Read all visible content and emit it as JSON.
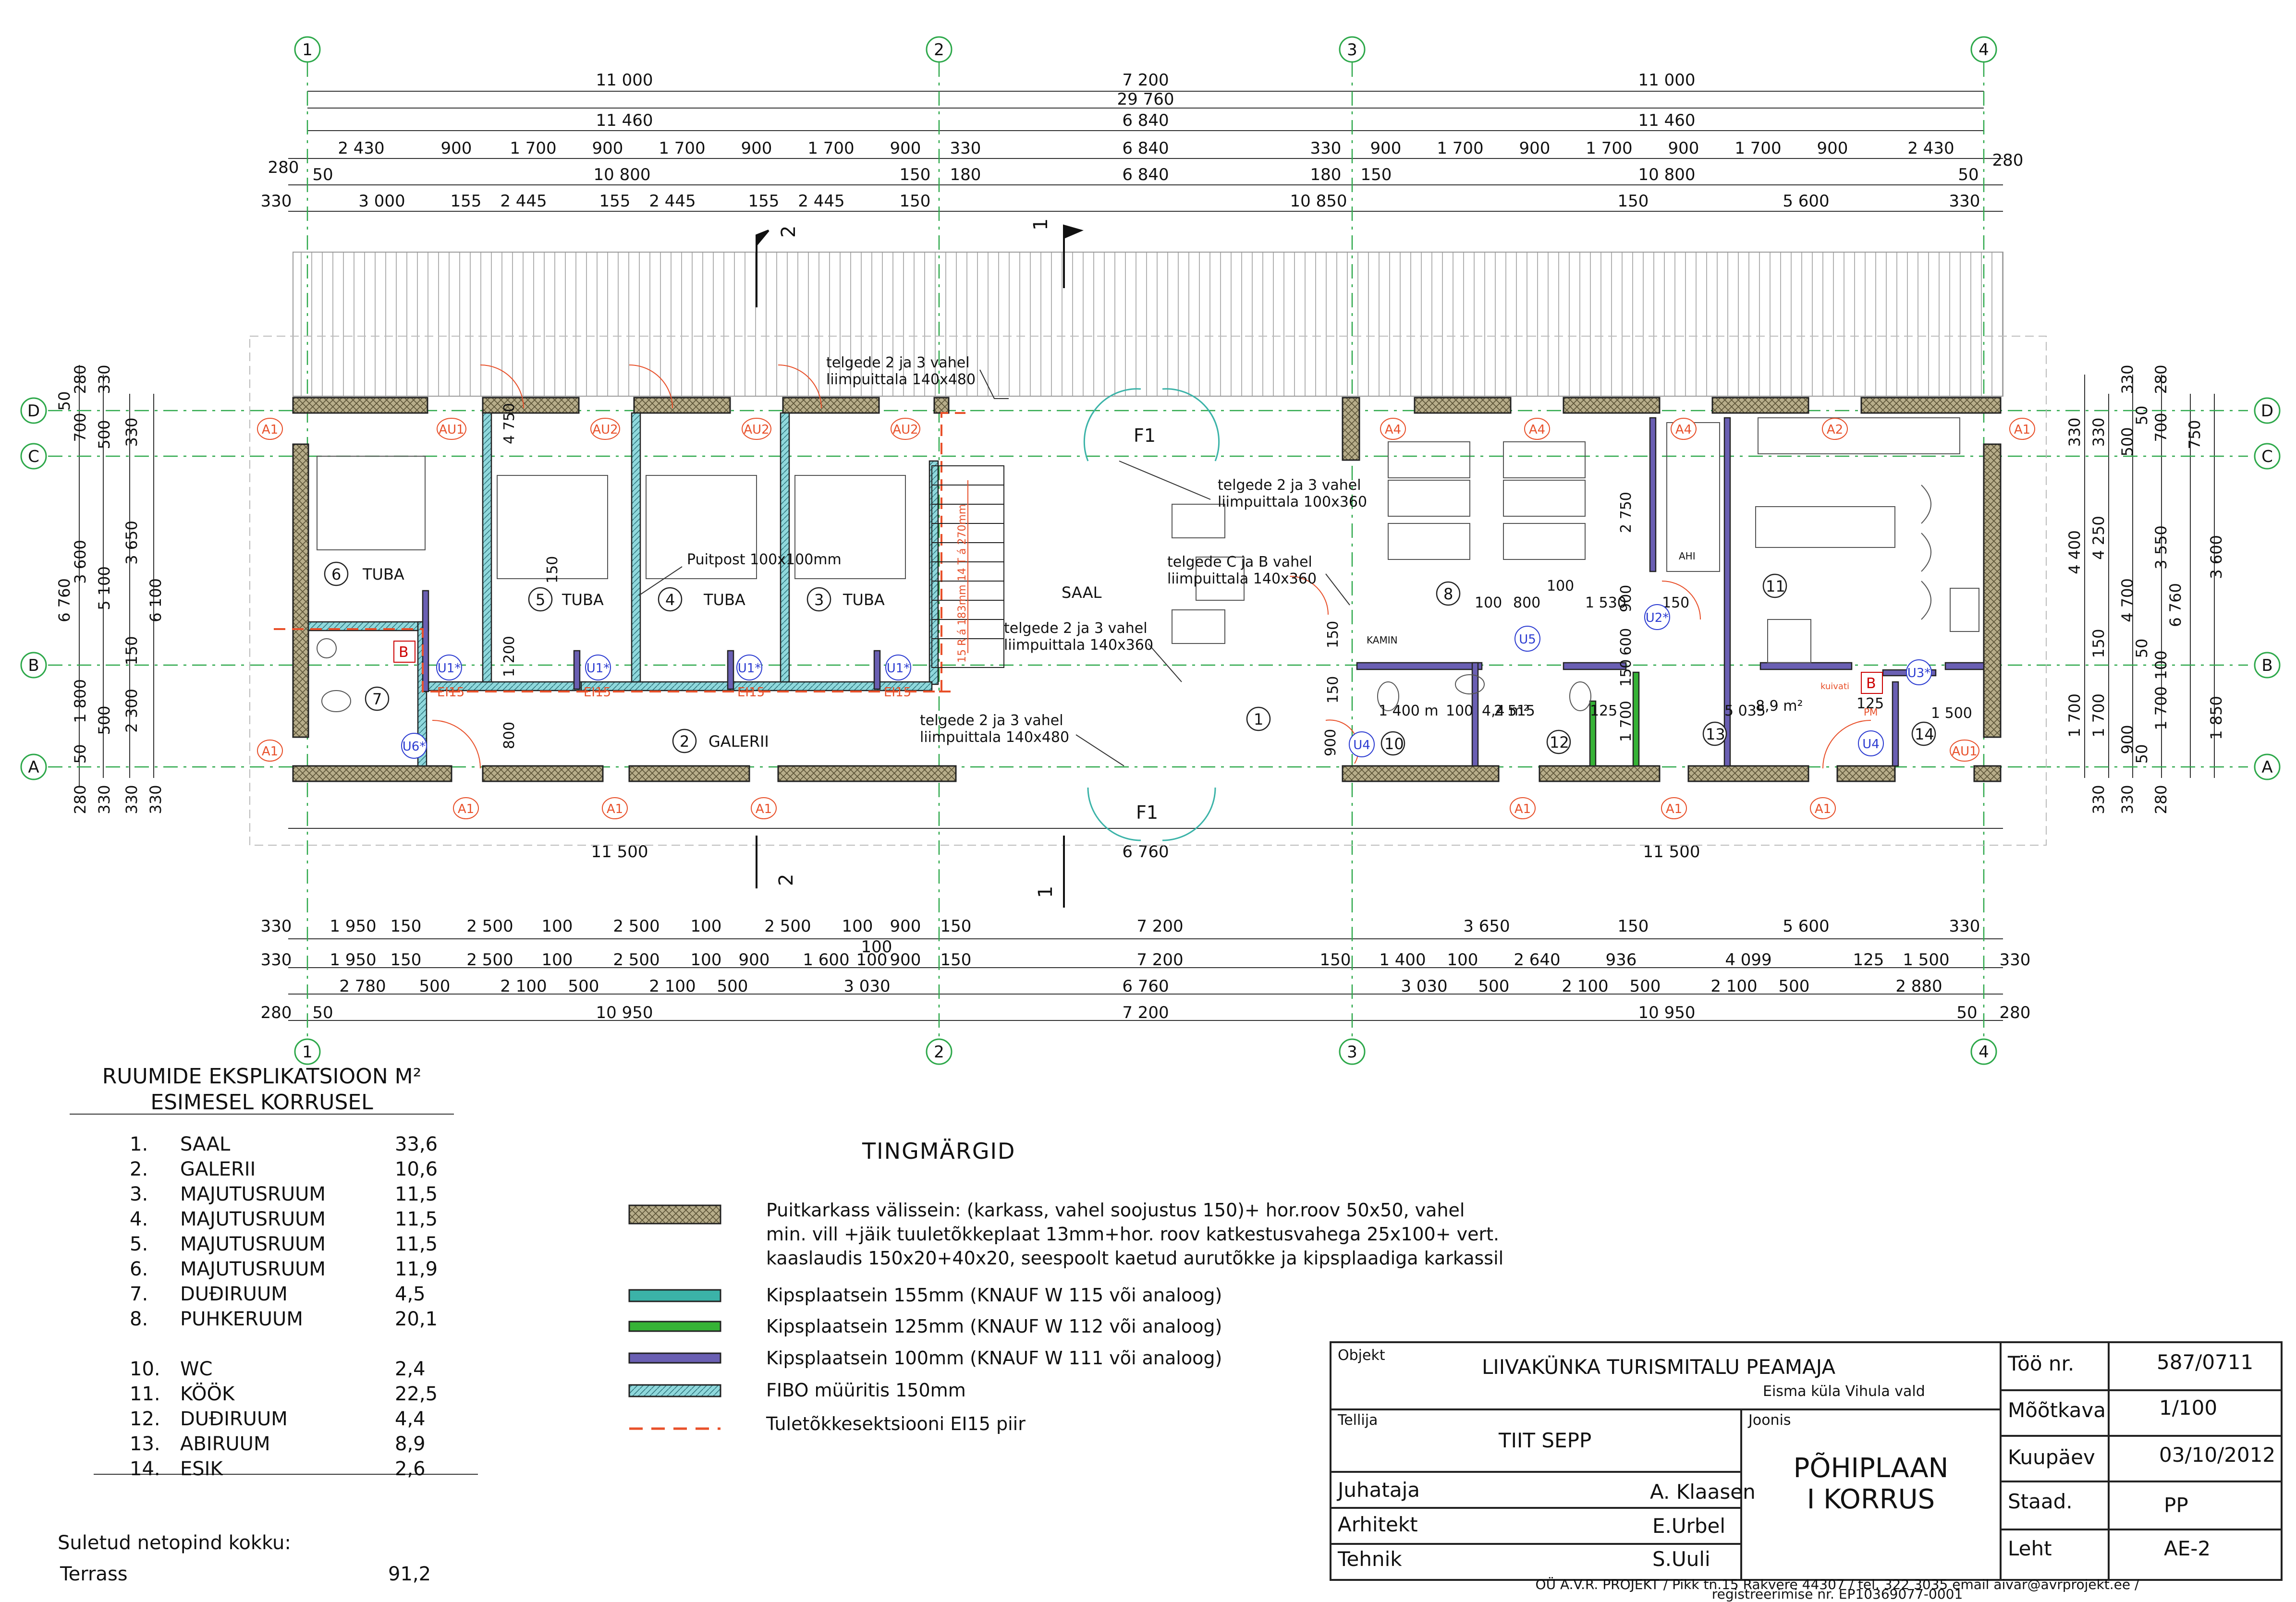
{
  "grid_axes": {
    "numbers": [
      "1",
      "2",
      "3",
      "4"
    ],
    "letters": [
      "D",
      "C",
      "B",
      "A"
    ]
  },
  "dims_top": {
    "row1": [
      "11 000",
      "7 200",
      "11 000"
    ],
    "row2": [
      "29 760"
    ],
    "row3": [
      "11 460",
      "6 840",
      "11 460"
    ],
    "row4": [
      "280",
      "2 430",
      "900",
      "1 700",
      "900",
      "1 700",
      "900",
      "1 700",
      "900",
      "330",
      "6 840",
      "330",
      "900",
      "1 700",
      "900",
      "1 700",
      "900",
      "1 700",
      "900",
      "2 430",
      "280"
    ],
    "row5": [
      "50",
      "10 800",
      "150",
      "180",
      "6 840",
      "180",
      "150",
      "10 800",
      "50"
    ],
    "row6": [
      "330",
      "3 000",
      "155",
      "2 445",
      "155",
      "2 445",
      "155",
      "2 445",
      "150",
      "10 850",
      "150",
      "5 600",
      "330"
    ]
  },
  "dims_bottom": {
    "row1": [
      "330",
      "1 950",
      "150",
      "2 500",
      "100",
      "2 500",
      "100",
      "2 500",
      "100",
      "900",
      "150",
      "7 200",
      "3 650",
      "150",
      "5 600",
      "330"
    ],
    "row1b": [
      "100"
    ],
    "row2": [
      "330",
      "1 950",
      "150",
      "2 500",
      "100",
      "2 500",
      "100",
      "900",
      "1 600",
      "100",
      "900",
      "150",
      "7 200",
      "150",
      "1 400",
      "100",
      "2 640",
      "936",
      "4 099",
      "125",
      "1 500",
      "330"
    ],
    "row3": [
      "2 780",
      "500",
      "2 100",
      "500",
      "2 100",
      "500",
      "3 030",
      "6 760",
      "3 030",
      "500",
      "2 100",
      "500",
      "2 100",
      "500",
      "2 880"
    ],
    "row4": [
      "280",
      "50",
      "10 950",
      "7 200",
      "10 950",
      "50",
      "280"
    ],
    "outer": [
      "11 500",
      "6 760",
      "11 500"
    ]
  },
  "dims_left": [
    "280",
    "330",
    "50",
    "700",
    "500",
    "330",
    "3 600",
    "6 760",
    "5 100",
    "3 650",
    "6 100",
    "150",
    "1 800",
    "2 300",
    "500",
    "50",
    "280",
    "330",
    "330",
    "330"
  ],
  "dims_right": [
    "330",
    "280",
    "50",
    "700",
    "330",
    "500",
    "330",
    "750",
    "4 400",
    "4 250",
    "4 700",
    "3 550",
    "6 760",
    "3 600",
    "150",
    "50",
    "100",
    "1 700",
    "1 700",
    "900",
    "1 700",
    "1 850",
    "50",
    "280",
    "330",
    "330"
  ],
  "rooms": [
    {
      "no": "1",
      "name": ""
    },
    {
      "no": "2",
      "name": "GALERII"
    },
    {
      "no": "3",
      "name": "TUBA"
    },
    {
      "no": "4",
      "name": "TUBA"
    },
    {
      "no": "5",
      "name": "TUBA"
    },
    {
      "no": "6",
      "name": "TUBA"
    },
    {
      "no": "7",
      "name": ""
    },
    {
      "no": "8",
      "name": ""
    },
    {
      "no": "10",
      "name": ""
    },
    {
      "no": "11",
      "name": ""
    },
    {
      "no": "12",
      "name": ""
    },
    {
      "no": "13",
      "name": ""
    },
    {
      "no": "14",
      "name": ""
    }
  ],
  "plan_labels": {
    "saal": "SAAL",
    "f1_top": "F1",
    "f1_bottom": "F1",
    "kamin": "KAMIN",
    "ahi": "AHI",
    "kuivati": "kuivati",
    "pm": "PM",
    "puitpost": "Puitpost 100x100mm",
    "stair": "15 R  á 183mm  14 T á 270mm",
    "beam1": "telgede  2 ja 3 vahel",
    "beam1b": "liimpuittala 140x480",
    "beam2": "telgede  2 ja 3 vahel",
    "beam2b": "liimpuittala 100x360",
    "beam3": "telgede C ja B vahel",
    "beam3b": "liimpuittala 140x360",
    "beam4": "telgede  2 ja 3 vahel",
    "beam4b": "liimpuittala 140x360",
    "beam5": "telgede  2 ja 3 vahel",
    "beam5b": "liimpuittala 140x480",
    "area12": "4,4 m²",
    "area13": "8,9 m²",
    "area10": "1 400 m",
    "inner_dims": [
      "100",
      "800",
      "100",
      "1 530",
      "150",
      "150",
      "2 750",
      "900",
      "600",
      "150",
      "4 750",
      "150",
      "1 200",
      "800",
      "900",
      "150",
      "100",
      "2 515",
      "125",
      "1 700",
      "5 035",
      "125",
      "1 500"
    ],
    "section_marks": [
      "2",
      "1",
      "2",
      "1"
    ],
    "doors": [
      "U1*",
      "U1*",
      "U1*",
      "U1*",
      "U6*",
      "U5",
      "U4",
      "U2*",
      "U3*",
      "U4"
    ],
    "ei": [
      "EI15",
      "EI15",
      "EI15",
      "EI15"
    ],
    "windows_top": [
      "A1",
      "AU1",
      "AU2",
      "AU2",
      "AU2",
      "A4",
      "A4",
      "A4",
      "A2",
      "A1"
    ],
    "windows_bottom": [
      "A1",
      "A1",
      "A1",
      "A1",
      "A1",
      "A1",
      "A1",
      "AU1"
    ],
    "b_marks": [
      "B",
      "B"
    ]
  },
  "explication": {
    "title": "RUUMIDE EKSPLIKATSIOON M²",
    "subtitle": "ESIMESEL KORRUSEL",
    "rows": [
      {
        "no": "1.",
        "name": "SAAL",
        "area": "33,6"
      },
      {
        "no": "2.",
        "name": "GALERII",
        "area": "10,6"
      },
      {
        "no": "3.",
        "name": "MAJUTUSRUUM",
        "area": "11,5"
      },
      {
        "no": "4.",
        "name": "MAJUTUSRUUM",
        "area": "11,5"
      },
      {
        "no": "5.",
        "name": "MAJUTUSRUUM",
        "area": "11,5"
      },
      {
        "no": "6.",
        "name": "MAJUTUSRUUM",
        "area": "11,9"
      },
      {
        "no": "7.",
        "name": "DUÐIRUUM",
        "area": "4,5"
      },
      {
        "no": "8.",
        "name": "PUHKERUUM",
        "area": "20,1"
      },
      {
        "no": "10.",
        "name": "WC",
        "area": "2,4"
      },
      {
        "no": "11.",
        "name": "KÖÖK",
        "area": "22,5"
      },
      {
        "no": "12.",
        "name": "DUÐIRUUM",
        "area": "4,4"
      },
      {
        "no": "13.",
        "name": "ABIRUUM",
        "area": "8,9"
      },
      {
        "no": "14.",
        "name": "ESIK",
        "area": "2,6"
      }
    ],
    "total_label": "Suletud netopind kokku:",
    "terrace_label": "Terrass",
    "terrace_area": "91,2"
  },
  "legend": {
    "title": "TINGMÄRGID",
    "items": [
      {
        "text1": "Puitkarkass välissein: (karkass, vahel soojustus 150)+ hor.roov 50x50, vahel",
        "text2": "min. vill +jäik tuuletõkkeplaat 13mm+hor. roov katkestusvahega 25x100+ vert.",
        "text3": "kaaslaudis 150x20+40x20, seespoolt kaetud aurutõkke ja kipsplaadiga karkassil",
        "color": "#b7ad8a"
      },
      {
        "text1": "Kipsplaatsein 155mm (KNAUF W 115 või analoog)",
        "color": "#3bb3a8"
      },
      {
        "text1": "Kipsplaatsein 125mm (KNAUF W 112 või analoog)",
        "color": "#36b336"
      },
      {
        "text1": "Kipsplaatsein 100mm (KNAUF W 111 või analoog)",
        "color": "#6a5fb3"
      },
      {
        "text1": "FIBO müüritis 150mm",
        "color": "#8fd8dc"
      },
      {
        "text1": "Tuletõkkesektsiooni EI15 piir",
        "color": "#e8502a"
      }
    ]
  },
  "title_block": {
    "objekt_label": "Objekt",
    "objekt": "LIIVAKÜNKA TURISMITALU PEAMAJA",
    "location": "Eisma küla Vihula vald",
    "tellija_label": "Tellija",
    "tellija": "TIIT SEPP",
    "joonis_label": "Joonis",
    "joonis1": "PÕHIPLAAN",
    "joonis2": "I KORRUS",
    "juhataja_label": "Juhataja",
    "juhataja": "A. Klaasen",
    "arhitekt_label": "Arhitekt",
    "arhitekt": "E.Urbel",
    "tehnik_label": "Tehnik",
    "tehnik": "S.Uuli",
    "too_label": "Töö nr.",
    "too": "587/0711",
    "mootkava_label": "Mõõtkava",
    "mootkava": "1/100",
    "kuupaev_label": "Kuupäev",
    "kuupaev": "03/10/2012",
    "staad_label": "Staad.",
    "staad": "PP",
    "leht_label": "Leht",
    "leht": "AE-2"
  },
  "footer": {
    "line1": "OÜ A.V.R. PROJEKT  /  Pikk tn.15  Rakvere 44307  /  tel.  322 3035 email aivar@avrprojekt.ee  /",
    "line2": "registreerimise nr. EP10369077-0001"
  }
}
